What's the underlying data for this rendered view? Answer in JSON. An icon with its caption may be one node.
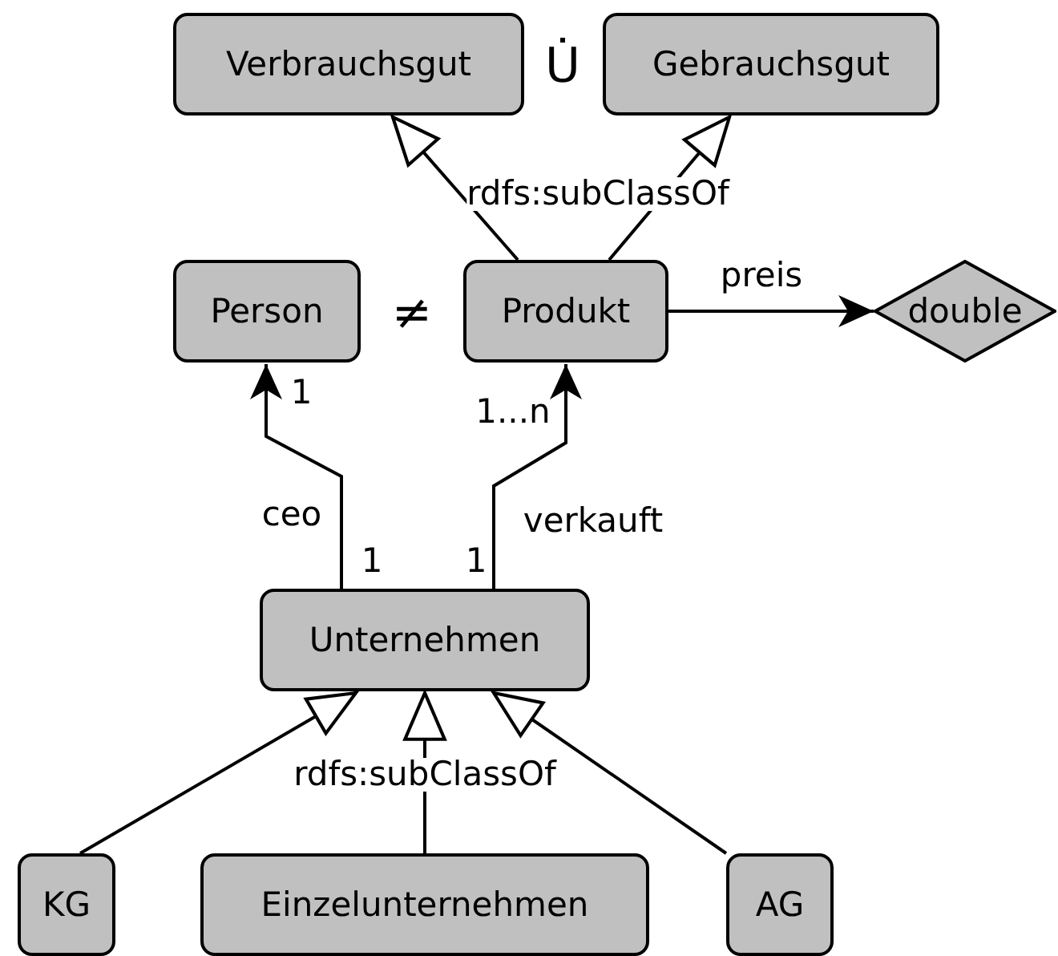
{
  "diagram": {
    "nodes": [
      {
        "text": [
          "Verbrauchsgut"
        ]
      },
      {
        "text": [
          "Gebrauchsgut"
        ]
      },
      {
        "text": [
          "Person"
        ]
      },
      {
        "text": [
          "Produkt"
        ]
      },
      {
        "text": [
          "double"
        ]
      },
      {
        "text": [
          "Unternehmen"
        ]
      },
      {
        "text": [
          "KG"
        ]
      },
      {
        "text": [
          "Einzelunternehmen"
        ]
      },
      {
        "text": [
          "AG"
        ]
      }
    ],
    "edges": [
      {
        "from": 3,
        "to": 0,
        "arrow": "to"
      },
      {
        "from": 3,
        "to": 1,
        "arrow": "to"
      },
      {
        "from": 3,
        "to": 4,
        "arrow": "to",
        "label": "preis"
      },
      {
        "from": 5,
        "to": 2,
        "arrow": "to",
        "label": "ceo"
      },
      {
        "from": 5,
        "to": 3,
        "arrow": "to",
        "label": "verkauft"
      },
      {
        "from": 6,
        "to": 5,
        "arrow": "to"
      },
      {
        "from": 7,
        "to": 5,
        "arrow": "to"
      },
      {
        "from": 8,
        "to": 5,
        "arrow": "to"
      }
    ],
    "labels": [
      "U̇",
      "rdfs:subClassOf",
      "≠",
      "1",
      "1...n",
      "1",
      "1",
      "rdfs:subClassOf"
    ]
  }
}
